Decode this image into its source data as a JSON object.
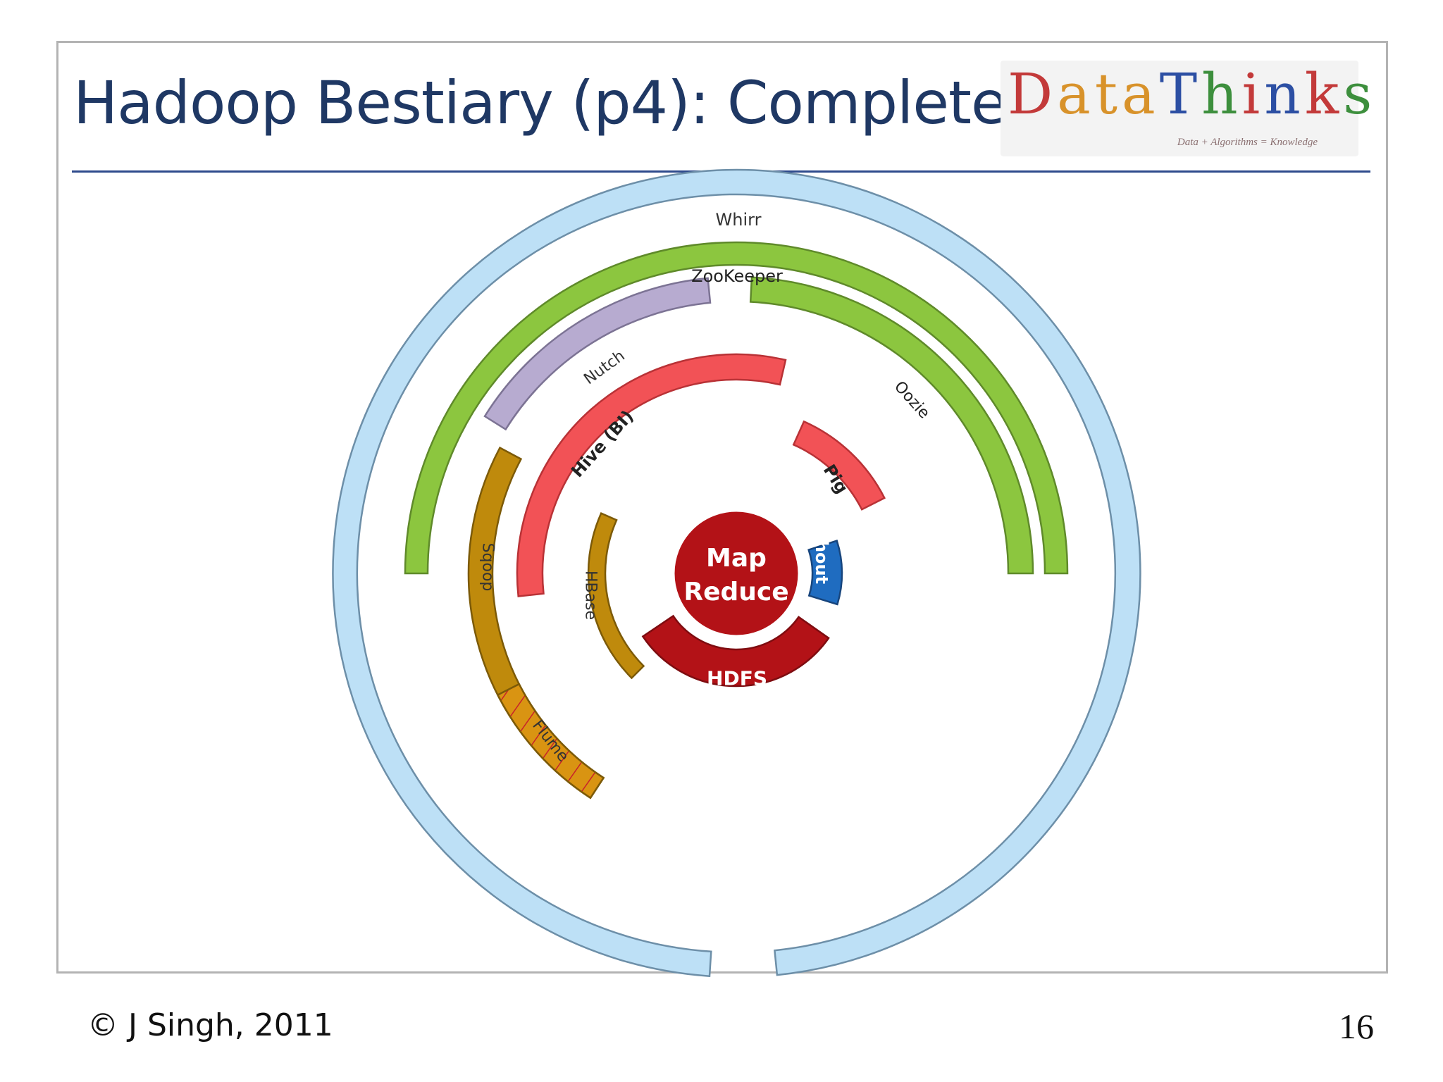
{
  "slide": {
    "title": "Hadoop Bestiary (p4): Complete Picture",
    "footer_copyright": "© J Singh, 2011",
    "page_number": "16"
  },
  "logo": {
    "wordmark": "DataThinks",
    "letters": [
      {
        "char": "D",
        "color": "#c33a3a"
      },
      {
        "char": "a",
        "color": "#d8922a"
      },
      {
        "char": "t",
        "color": "#d8922a"
      },
      {
        "char": "a",
        "color": "#d8922a"
      },
      {
        "char": "T",
        "color": "#2c4fa3"
      },
      {
        "char": "h",
        "color": "#3d8f3d"
      },
      {
        "char": "i",
        "color": "#c33a3a"
      },
      {
        "char": "n",
        "color": "#2c4fa3"
      },
      {
        "char": "k",
        "color": "#c33a3a"
      },
      {
        "char": "s",
        "color": "#3d8f3d"
      }
    ],
    "tagline": "Data + Algorithms = Knowledge"
  },
  "diagram": {
    "center": {
      "line1": "Map",
      "line2": "Reduce",
      "color": "#b31217"
    },
    "components": [
      {
        "id": "whirr",
        "label": "Whirr",
        "color": "#bde0f6"
      },
      {
        "id": "zookeeper",
        "label": "ZooKeeper",
        "color": "#8cc63f"
      },
      {
        "id": "oozie",
        "label": "Oozie",
        "color": "#8cc63f"
      },
      {
        "id": "nutch",
        "label": "Nutch",
        "color": "#b7abd0"
      },
      {
        "id": "hive",
        "label": "Hive (BI)",
        "color": "#f25256"
      },
      {
        "id": "pig",
        "label": "Pig",
        "color": "#f25256"
      },
      {
        "id": "sqoop",
        "label": "Sqoop",
        "color": "#bf8a0c"
      },
      {
        "id": "flume",
        "label": "Flume",
        "color": "#d99412"
      },
      {
        "id": "hbase",
        "label": "HBase",
        "color": "#bf8a0c"
      },
      {
        "id": "mahout",
        "label": "Mahout",
        "color": "#1f6cc0"
      },
      {
        "id": "hdfs",
        "label": "HDFS",
        "color": "#b31217"
      }
    ]
  }
}
